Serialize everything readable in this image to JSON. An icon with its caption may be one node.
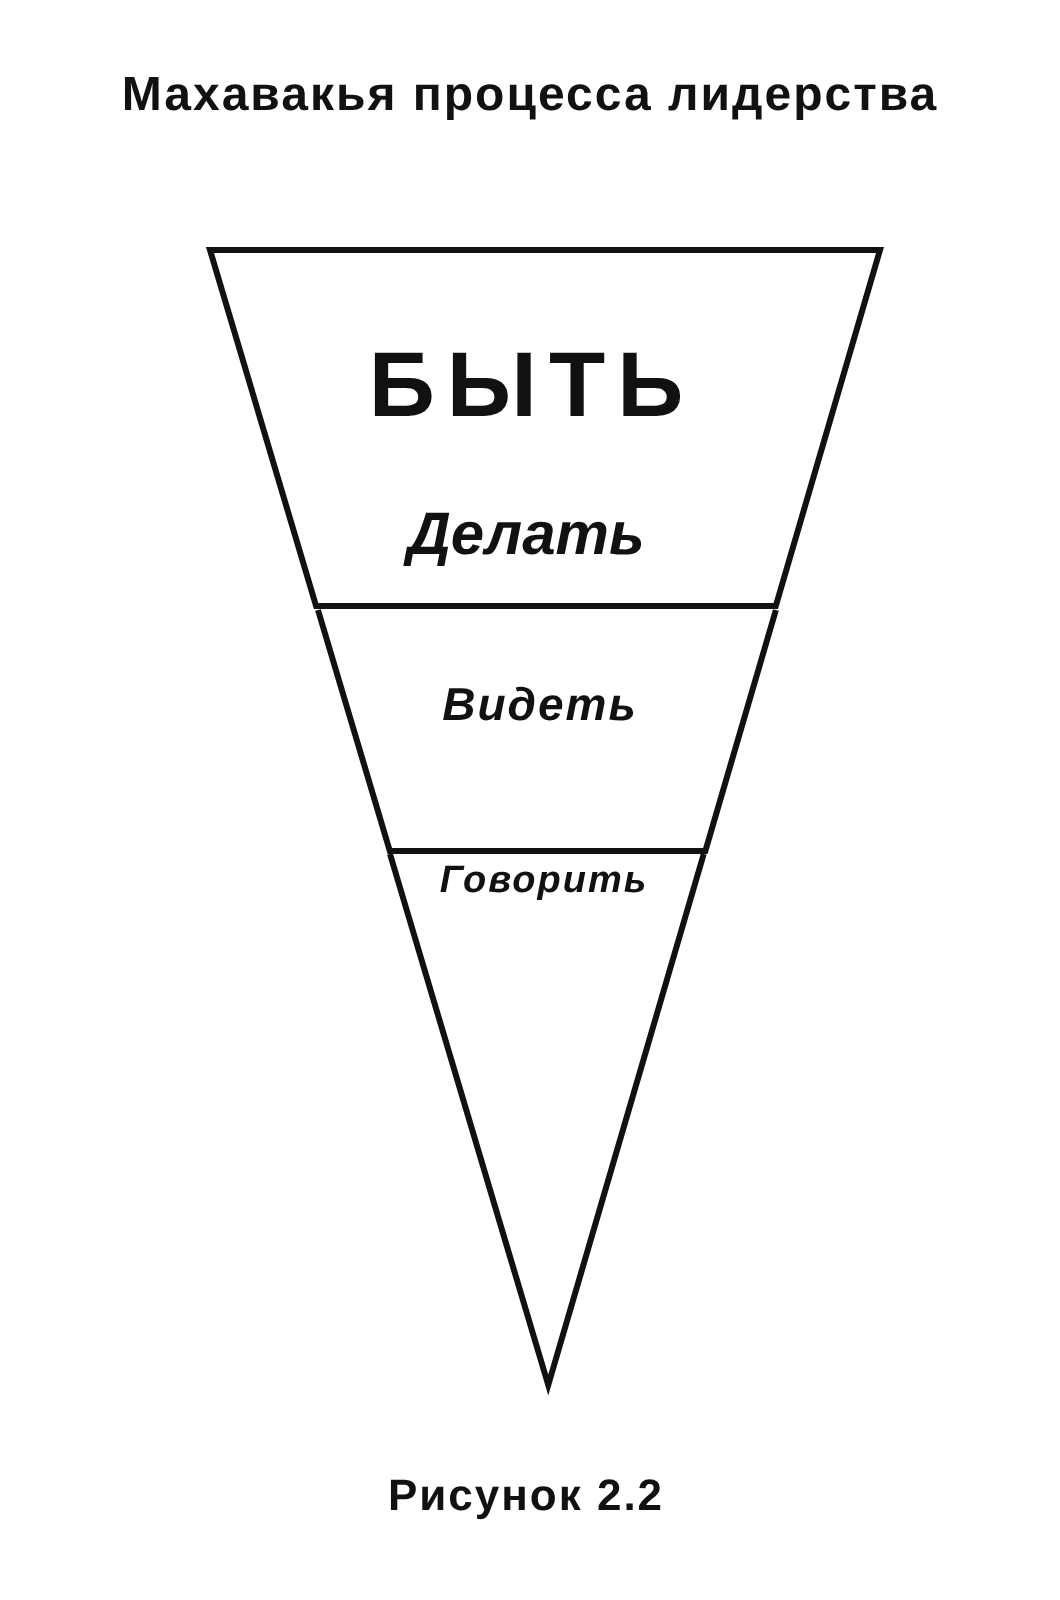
{
  "diagram": {
    "title": "Махавакья процесса лидерства",
    "caption": "Рисунок 2.2",
    "nodes": [
      {
        "text": [
          "БЫТЬ",
          "Делать"
        ]
      },
      {
        "text": [
          "Видеть"
        ]
      },
      {
        "text": [
          "Говорить"
        ]
      }
    ]
  }
}
